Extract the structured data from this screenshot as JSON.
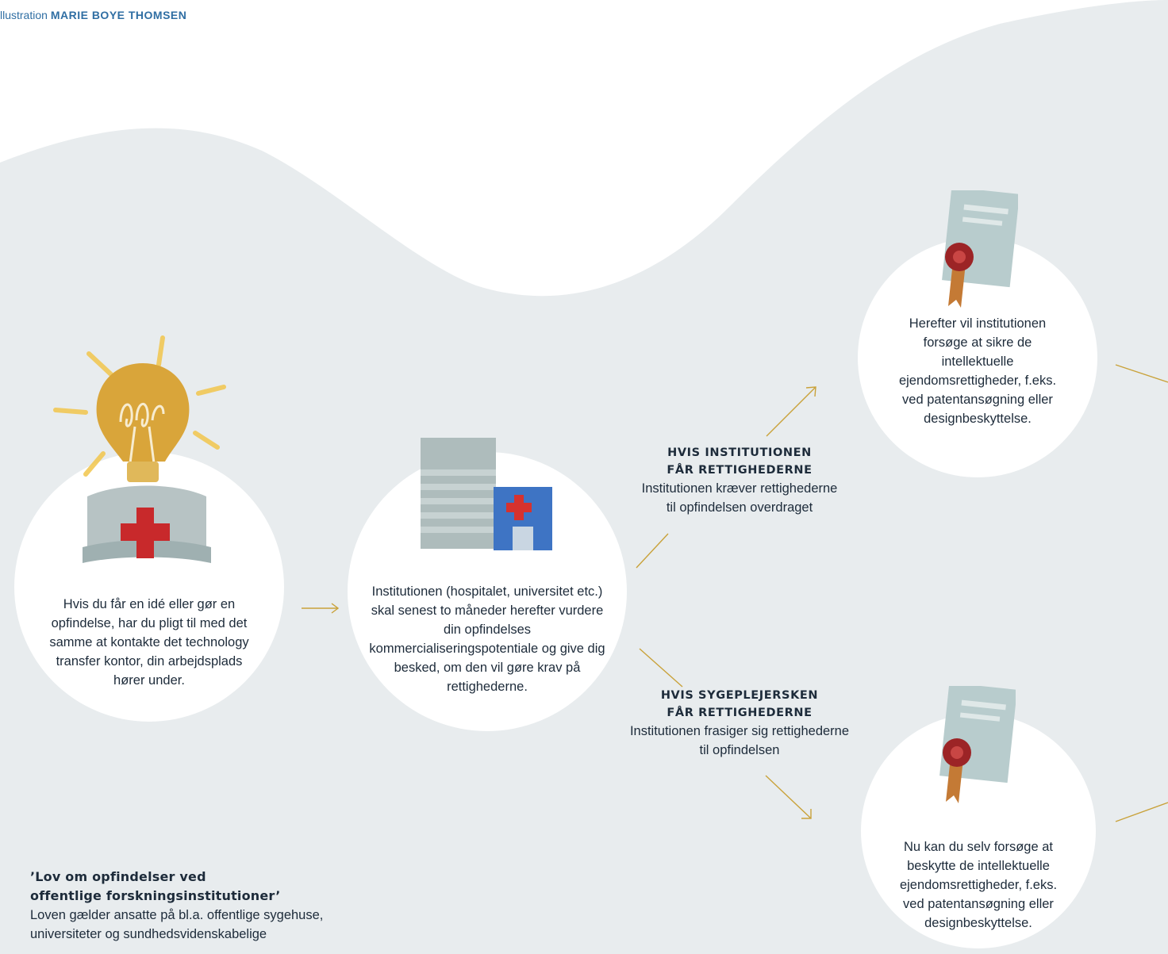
{
  "credits": {
    "illustration_prefix": "llustration",
    "illustration_name": "MARIE BOYE THOMSEN"
  },
  "steps": [
    {
      "text": "Hvis du får en idé eller gør en opfindelse, har du pligt til med det samme at kontakte det technology transfer kontor, din arbejdsplads hører under."
    },
    {
      "text": "Institutionen (hospitalet, universitet etc.) skal senest to måneder herefter vurdere din opfindelses kommercialiseringspotentiale og give dig besked, om den vil gøre krav på rettighederne."
    },
    {
      "text": "Herefter vil institutionen forsøge at sikre de intellektuelle ejendomsrettigheder, f.eks. ved patentansøgning eller designbeskyttelse."
    },
    {
      "text": "Nu kan du selv forsøge at beskytte de intellektuelle ejendomsrettigheder, f.eks. ved patentansøgning eller designbeskyttelse."
    }
  ],
  "branches": {
    "institution": {
      "heading_line1": "HVIS INSTITUTIONEN",
      "heading_line2": "FÅR RETTIGHEDERNE",
      "text_line1": "Institutionen kræver rettighederne",
      "text_line2": "til opfindelsen overdraget"
    },
    "nurse": {
      "heading_line1": "HVIS SYGEPLEJERSKEN",
      "heading_line2": "FÅR RETTIGHEDERNE",
      "text_line1": "Institutionen frasiger sig rettighederne",
      "text_line2": "til opfindelsen"
    }
  },
  "law": {
    "heading_line1": "’Lov om opfindelser ved",
    "heading_line2": "offentlige forskningsinstitutioner’",
    "body_line1": "Loven gælder ansatte på bl.a. offentlige sygehuse,",
    "body_line2": "universiteter og sundhedsvidenskabelige"
  },
  "icons": [
    "lightbulb-icon",
    "nurse-cap-icon",
    "hospital-building-icon",
    "certificate-icon"
  ],
  "colors": {
    "background_shape": "#e8ecee",
    "arrow": "#c9a23a",
    "credit_blue": "#2f6ea3",
    "cross_red": "#c8292b"
  }
}
